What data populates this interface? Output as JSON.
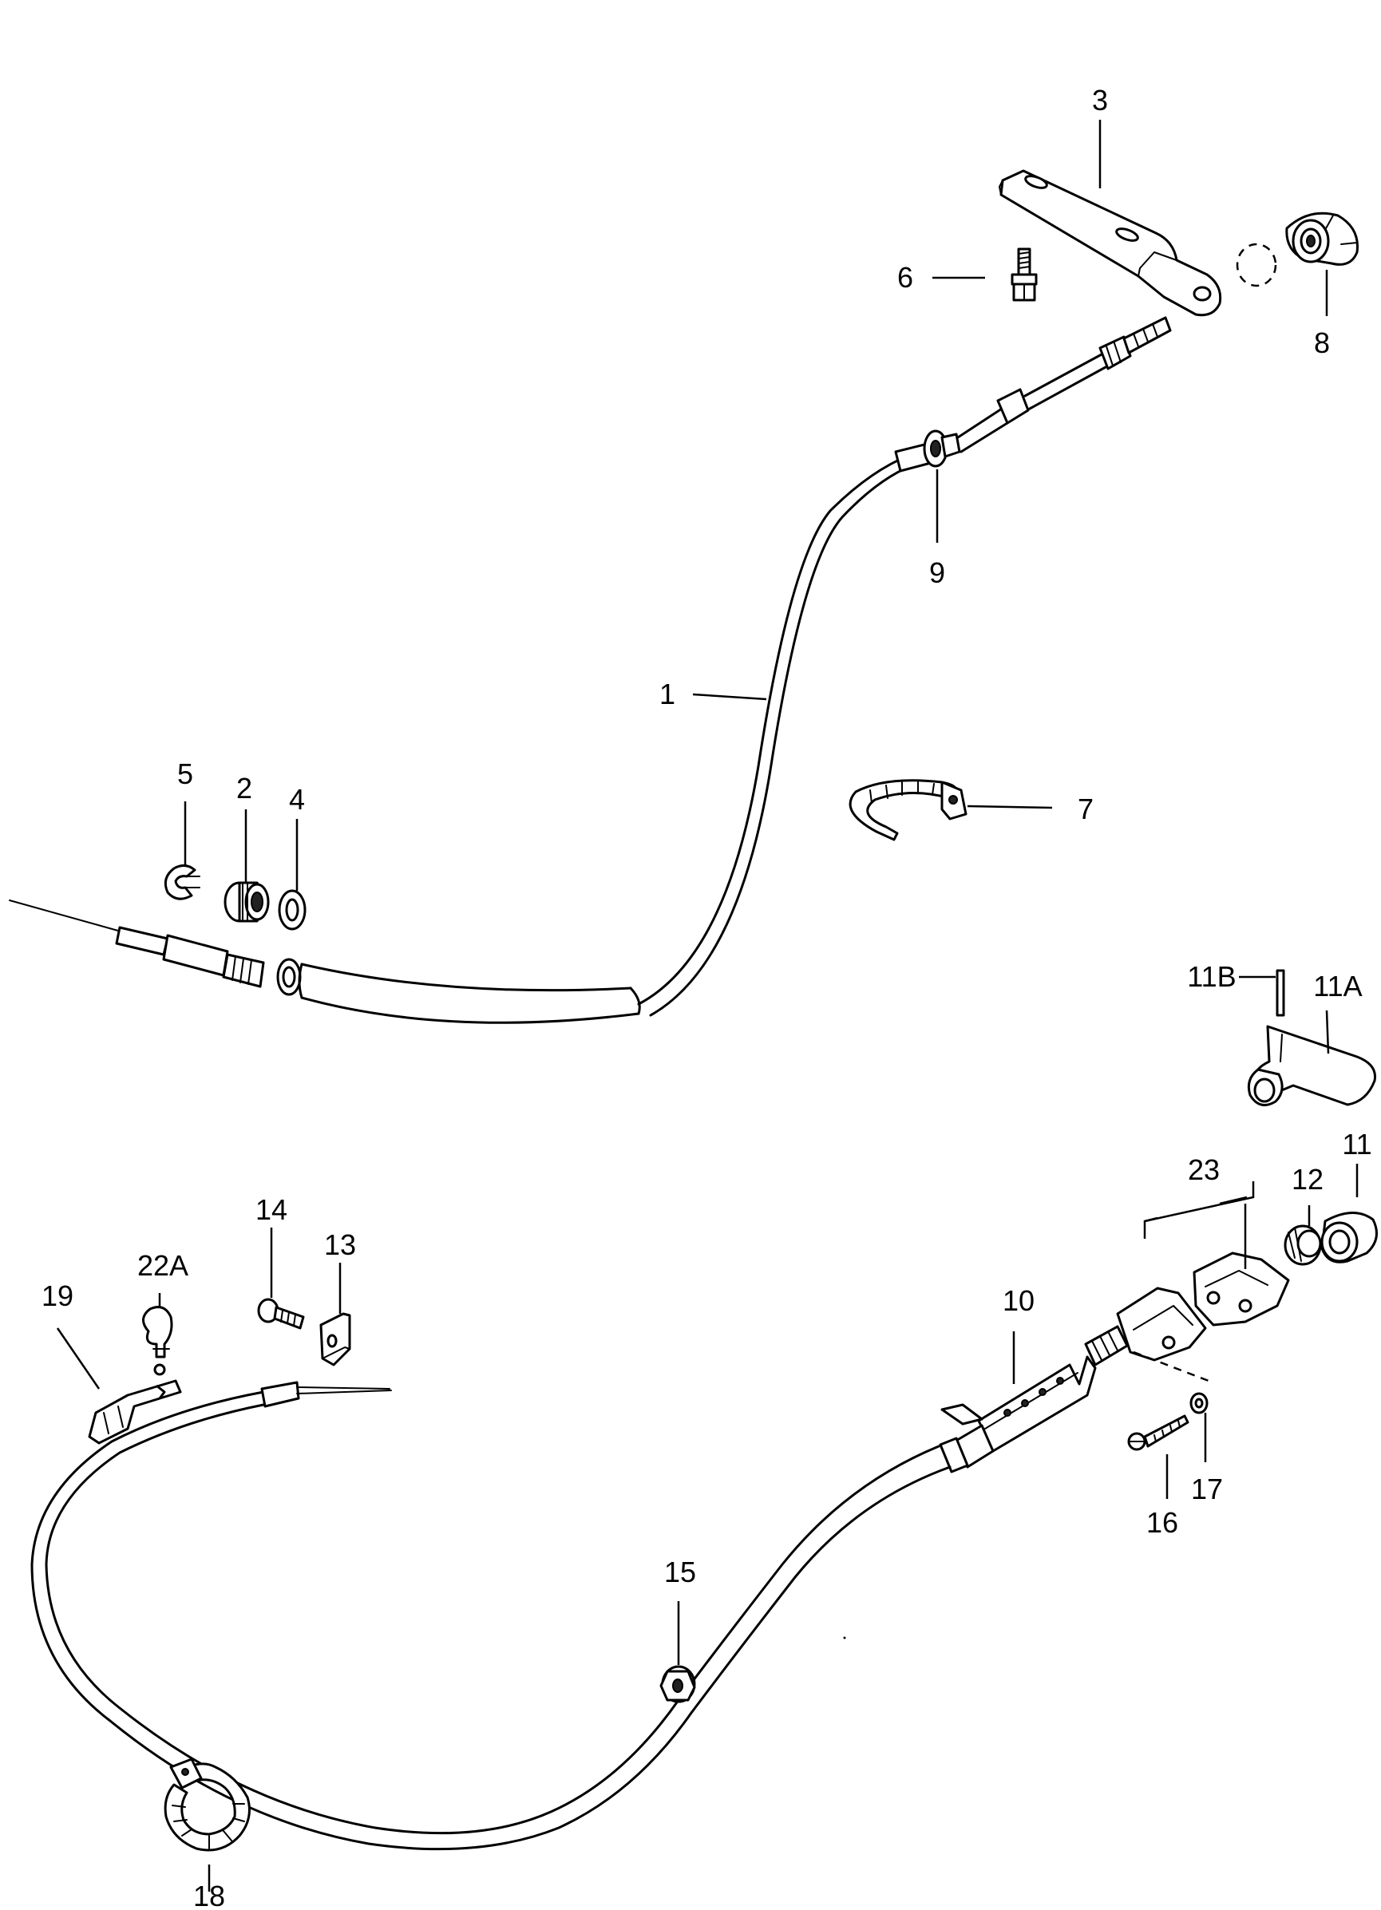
{
  "callouts": {
    "p1": "1",
    "p2": "2",
    "p3": "3",
    "p4": "4",
    "p5": "5",
    "p6": "6",
    "p7": "7",
    "p8": "8",
    "p9": "9",
    "p10": "10",
    "p11": "11",
    "p11A": "11A",
    "p11B": "11B",
    "p12": "12",
    "p13": "13",
    "p14": "14",
    "p15": "15",
    "p16": "16",
    "p17": "17",
    "p18": "18",
    "p19": "19",
    "p22A": "22A",
    "p23": "23"
  }
}
